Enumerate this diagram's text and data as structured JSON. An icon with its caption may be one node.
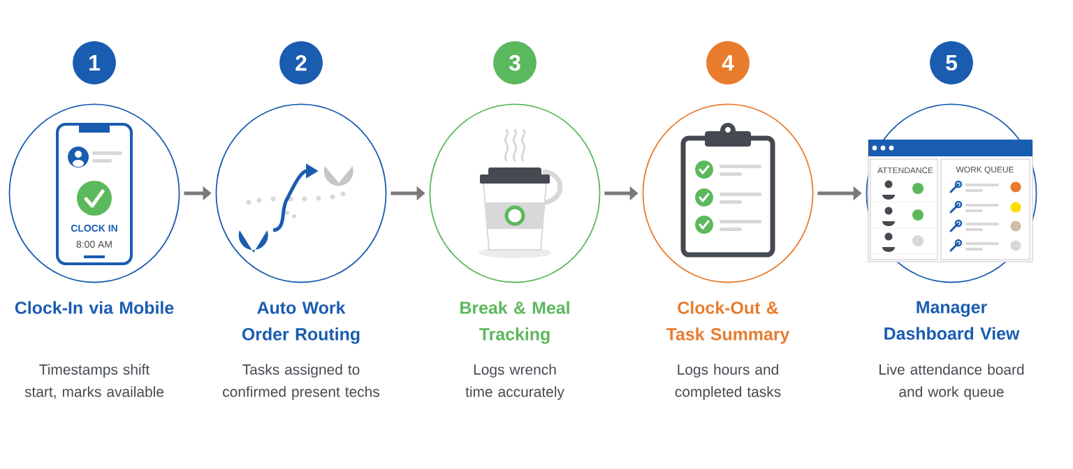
{
  "diagram": {
    "nodes": [
      {
        "text": [
          "1"
        ]
      },
      {
        "text": [
          "2"
        ]
      },
      {
        "text": [
          "3"
        ]
      },
      {
        "text": [
          "4"
        ]
      },
      {
        "text": [
          "5"
        ]
      },
      {
        "text": [
          "CLOCK IN",
          "8:00 AM"
        ],
        "beside": [
          "Clock-In via Mobile",
          "Timestamps shift start, marks available"
        ]
      },
      {
        "text": [],
        "shape": "circle",
        "beside": [
          "Auto Work Order Routing",
          "Tasks assigned to confirmed present techs"
        ]
      },
      {
        "text": [],
        "shape": "circle",
        "beside": [
          "Break & Meal Tracking",
          "Logs wrench time accurately"
        ]
      },
      {
        "text": [],
        "shape": "circle",
        "beside": [
          "Clock-Out & Task Summary",
          "Logs hours and completed tasks"
        ]
      },
      {
        "text": [
          "ATTENDANCE",
          "WORK QUEUE"
        ],
        "beside": [
          "Manager Dashboard View",
          "Live attendance board and work queue"
        ]
      }
    ],
    "edges": [
      {
        "from": 5,
        "to": 6,
        "arrow": "to"
      },
      {
        "from": 6,
        "to": 7,
        "arrow": "to"
      },
      {
        "from": 7,
        "to": 8,
        "arrow": "to"
      },
      {
        "from": 8,
        "to": 9,
        "arrow": "to"
      }
    ]
  }
}
